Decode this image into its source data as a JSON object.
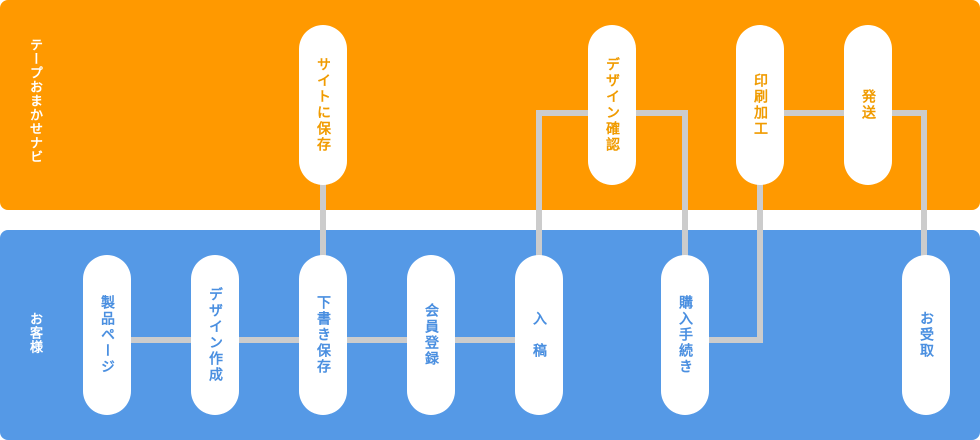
{
  "colors": {
    "top_lane": "#ff9900",
    "bottom_lane": "#5599e6",
    "connector": "#cccccc",
    "top_text": "#f09b00",
    "bottom_text": "#4a8fe0"
  },
  "lanes": {
    "top": {
      "label": "テープおまかせナビ"
    },
    "bottom": {
      "label": "お客様"
    }
  },
  "steps": {
    "save_to_site": "サイトに保存",
    "design_check": "デザイン確認",
    "printing": "印刷加工",
    "shipping": "発送",
    "product_page": "製品ページ",
    "design_create": "デザイン作成",
    "draft_save": "下書き保存",
    "member_register": "会員登録",
    "submission": "入　稿",
    "purchase": "購入手続き",
    "receive": "お受取"
  }
}
